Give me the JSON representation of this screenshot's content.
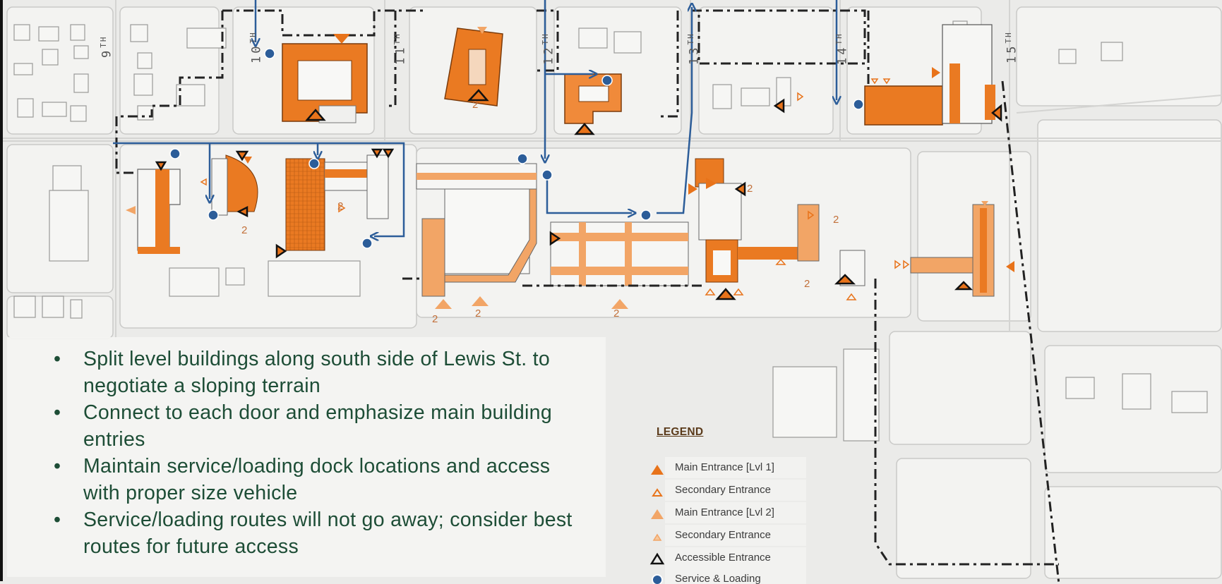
{
  "streets": [
    {
      "base": "9",
      "suffix": "TH"
    },
    {
      "base": "10",
      "suffix": "TH"
    },
    {
      "base": "11",
      "suffix": "TH"
    },
    {
      "base": "12",
      "suffix": "TH"
    },
    {
      "base": "13",
      "suffix": "TH"
    },
    {
      "base": "14",
      "suffix": "TH"
    },
    {
      "base": "15",
      "suffix": "TH"
    }
  ],
  "level_marker": "2",
  "notes": {
    "bullets": [
      "Split level buildings along south side of Lewis St. to negotiate a sloping terrain",
      "Connect to each door and emphasize main building entries",
      "Maintain service/loading dock locations and access with proper size vehicle",
      "Service/loading routes will not go away; consider best routes for future access"
    ]
  },
  "legend": {
    "title": "LEGEND",
    "items": [
      {
        "label": "Main Entrance [Lvl 1]",
        "icon": "solid-triangle-icon"
      },
      {
        "label": "Secondary Entrance",
        "icon": "outline-triangle-icon"
      },
      {
        "label": "Main Entrance [Lvl 2]",
        "icon": "light-triangle-icon"
      },
      {
        "label": "Secondary Entrance",
        "icon": "light-outline-triangle-icon"
      },
      {
        "label": "Accessible Entrance",
        "icon": "black-outline-triangle-icon"
      },
      {
        "label": "Service & Loading",
        "icon": "blue-dot-icon"
      }
    ]
  },
  "colors": {
    "building": "#e8731a",
    "building_light": "#f2a566",
    "route": "#2c5d99",
    "boundary": "#222222",
    "text_green": "#1d4d36"
  }
}
